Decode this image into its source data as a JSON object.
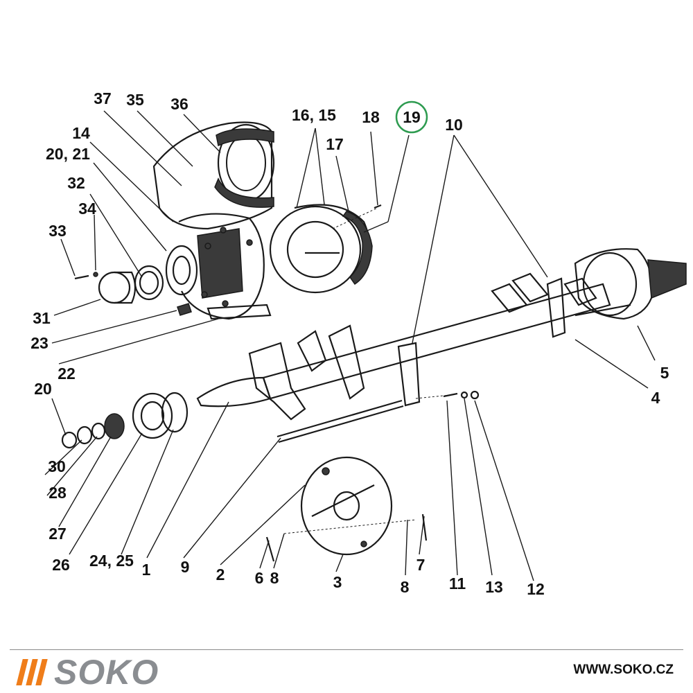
{
  "diagram": {
    "labels": [
      "37",
      "35",
      "36",
      "14",
      "20, 21",
      "32",
      "34",
      "33",
      "31",
      "23",
      "22",
      "20",
      "30",
      "28",
      "27",
      "26",
      "24, 25",
      "1",
      "9",
      "2",
      "6",
      "8",
      "3",
      "8",
      "7",
      "11",
      "13",
      "12",
      "16, 15",
      "17",
      "18",
      "19",
      "10",
      "5",
      "4"
    ],
    "highlighted_label": "19",
    "highlight_color": "#2e9b50"
  },
  "footer": {
    "brand": "SOKO",
    "website": "WWW.SOKO.CZ",
    "brand_color": "#8a8d91",
    "accent_color": "#ef7d1a"
  }
}
